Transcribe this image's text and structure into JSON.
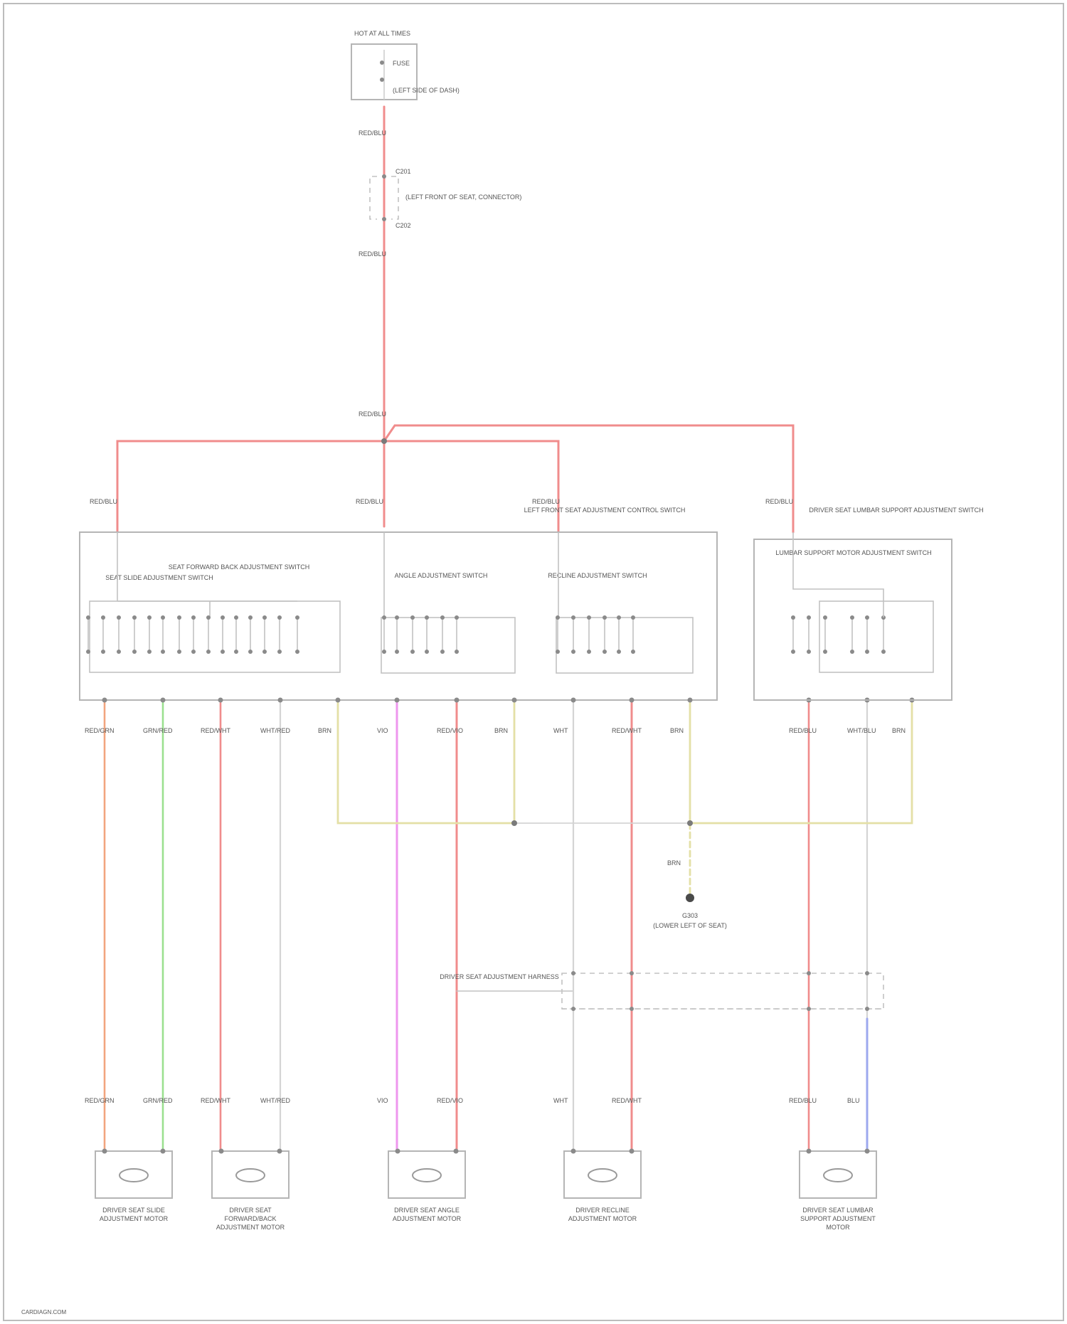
{
  "source": {
    "title": "HOT AT ALL TIMES",
    "fuse_label": "FUSE",
    "fuse_box_label": "(LEFT SIDE OF DASH)",
    "connector_top": "C201",
    "connector_bottom": "C202",
    "harness_label": "(LEFT FRONT OF SEAT, CONNECTOR)"
  },
  "wires": {
    "feed_1": "RED/BLU",
    "feed_2": "RED/BLU",
    "feed_3": "RED/BLU",
    "feed_4": "RED/BLU",
    "feed_5": "RED/BLU",
    "feed_6": "RED/BLU",
    "feed_7": "RED/BLU",
    "lower": [
      "RED/GRN",
      "GRN/RED",
      "RED/WHT",
      "WHT/RED",
      "BRN",
      "VIO",
      "RED/VIO",
      "BRN",
      "WHT",
      "RED/WHT",
      "BRN",
      "RED/BLU",
      "WHT/BLU",
      "BRN"
    ],
    "ground_wire": "BRN",
    "motor_wires": [
      "RED/GRN",
      "GRN/RED",
      "RED/WHT",
      "WHT/RED",
      "VIO",
      "RED/VIO",
      "WHT",
      "RED/WHT",
      "RED/BLU",
      "BLU"
    ]
  },
  "blocks": {
    "switch_box_title": "LEFT FRONT SEAT ADJUSTMENT CONTROL SWITCH",
    "slide_switch": "SEAT SLIDE ADJUSTMENT SWITCH",
    "forward_switch": "SEAT FORWARD BACK ADJUSTMENT SWITCH",
    "angle_switch": "ANGLE ADJUSTMENT SWITCH",
    "recline_switch": "RECLINE ADJUSTMENT SWITCH",
    "lumbar_box_title": "DRIVER SEAT LUMBAR SUPPORT ADJUSTMENT SWITCH",
    "lumbar_switch": "LUMBAR SUPPORT MOTOR ADJUSTMENT SWITCH",
    "harness_block": "DRIVER SEAT ADJUSTMENT HARNESS"
  },
  "ground": {
    "label": "G303",
    "location": "(LOWER LEFT OF SEAT)"
  },
  "motors": [
    {
      "name": "DRIVER SEAT SLIDE ADJUSTMENT MOTOR"
    },
    {
      "name": "DRIVER SEAT FORWARD/BACK ADJUSTMENT MOTOR"
    },
    {
      "name": "DRIVER SEAT ANGLE ADJUSTMENT MOTOR"
    },
    {
      "name": "DRIVER RECLINE ADJUSTMENT MOTOR"
    },
    {
      "name": "DRIVER SEAT LUMBAR SUPPORT ADJUSTMENT MOTOR"
    }
  ],
  "footer": "CARDIAGN.COM",
  "colors": {
    "red": "#f08c8c",
    "green": "#9be08f",
    "violet": "#ee96ee",
    "yellow": "#e4e0a6",
    "blue": "#9da8ee",
    "orange": "#f2a57f",
    "white": "#d4d4d4",
    "frame": "#bcbcbc"
  }
}
